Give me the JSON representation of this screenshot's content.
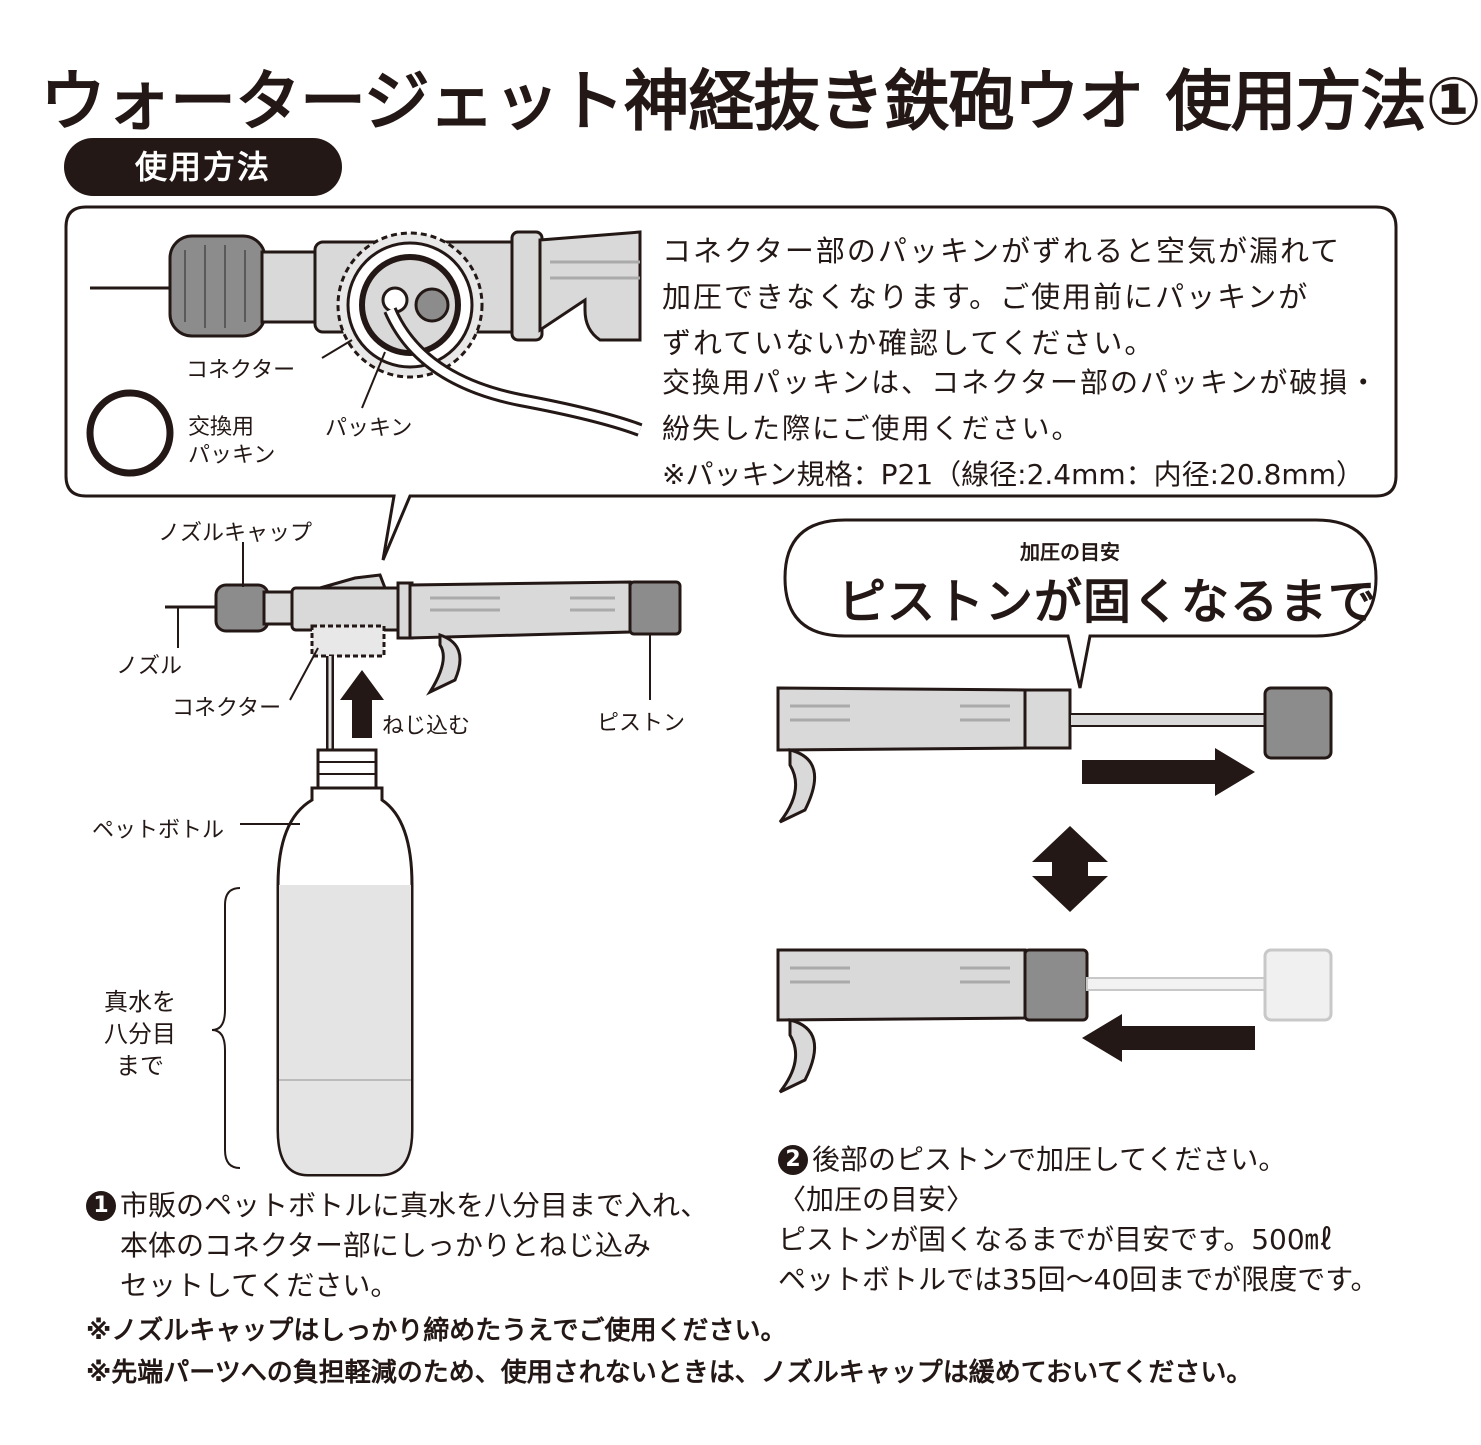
{
  "title": "ウォータージェット神経抜き鉄砲ウオ 使用方法①",
  "section_label": "使用方法",
  "detail": {
    "text_lines": [
      "コネクター部のパッキンがずれると空気が漏れて",
      "加圧できなくなります。ご使用前にパッキンが",
      "ずれていないか確認してください。",
      "交換用パッキンは、コネクター部のパッキンが破損・",
      "紛失した際にご使用ください。",
      "※パッキン規格：P21（線径:2.4mm：内径:20.8mm）"
    ],
    "labels": {
      "connector": "コネクター",
      "packing": "パッキン",
      "spare_line1": "交換用",
      "spare_line2": "パッキン"
    }
  },
  "gun_labels": {
    "nozzle_cap": "ノズルキャップ",
    "nozzle": "ノズル",
    "connector": "コネクター",
    "screw_in": "ねじ込む",
    "piston": "ピストン",
    "pet_bottle": "ペットボトル",
    "water_line1": "真水を",
    "water_line2": "八分目",
    "water_line3": "まで"
  },
  "pressure_bubble": {
    "small": "加圧の目安",
    "big": "ピストンが固くなるまで"
  },
  "step1": {
    "number": "1",
    "lines": [
      "市販のペットボトルに真水を八分目まで入れ、",
      "本体のコネクター部にしっかりとねじ込み",
      "セットしてください。"
    ]
  },
  "step2": {
    "number": "2",
    "lines": [
      "後部のピストンで加圧してください。",
      "〈加圧の目安〉",
      "ピストンが固くなるまでが目安です。500㎖",
      "ペットボトルでは35回〜40回までが限度です。"
    ]
  },
  "notes": [
    "※ノズルキャップはしっかり締めたうえでご使用ください。",
    "※先端パーツへの負担軽減のため、使用されないときは、ノズルキャップは緩めておいてください。"
  ],
  "colors": {
    "ink": "#231815",
    "grey_part": "#d9d9d9",
    "dark_grey": "#8c8c8c",
    "water": "#e4e4e4"
  }
}
